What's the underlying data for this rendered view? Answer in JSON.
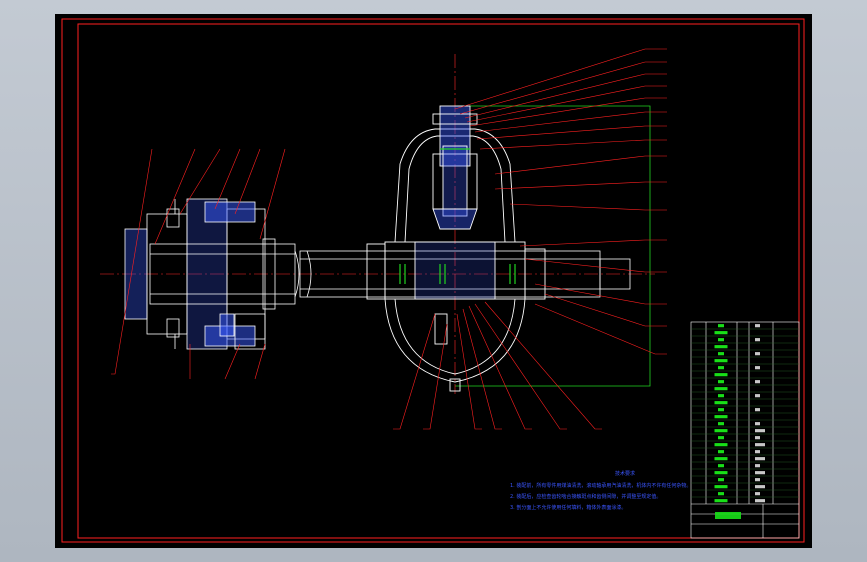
{
  "window": {
    "background": "#b9c1cb"
  },
  "drawing": {
    "sheet_color": "#000000",
    "border_color": "#ff2020",
    "outline_color": "#ffffff",
    "section_color": "#4466ff",
    "leader_color": "#ff2020",
    "centerline_color": "#ff2a2a",
    "tolerance_color": "#22d322",
    "bom_text_color": "#18e018"
  },
  "technical_notes": {
    "title": "技术要求",
    "lines": [
      "1. 装配前，所有零件用煤油清洗，滚动轴承用汽油清洗，机体内不许有任何杂物。",
      "2. 装配后，应检查齿轮啮合接触斑点和齿侧间隙，并调整至规定值。",
      "3. 剖分面上不允许使用任何填料，箱体外表面涂漆。"
    ]
  }
}
